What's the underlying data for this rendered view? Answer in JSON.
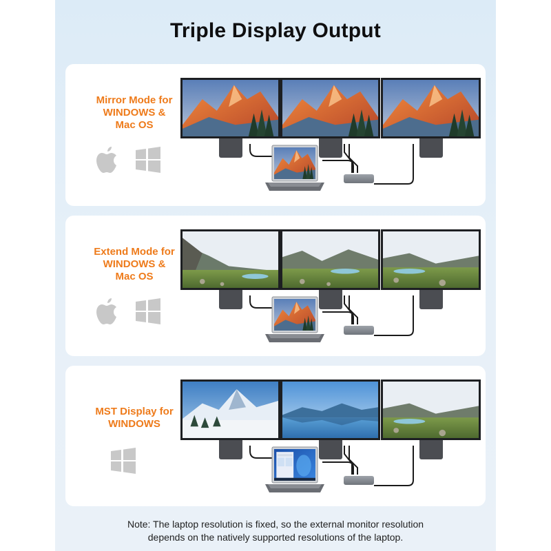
{
  "title": "Triple Display Output",
  "panels": [
    {
      "label": "Mirror Mode for\nWINDOWS &\nMac OS",
      "os_icons": [
        "apple-icon",
        "windows-icon"
      ],
      "monitor_images": [
        "mountain-sunset",
        "mountain-sunset",
        "mountain-sunset"
      ],
      "laptop_image": "mountain-sunset"
    },
    {
      "label": "Extend Mode for\nWINDOWS &\nMac OS",
      "os_icons": [
        "apple-icon",
        "windows-icon"
      ],
      "monitor_images": [
        "alpine-valley-left",
        "alpine-valley-center",
        "alpine-valley-right"
      ],
      "laptop_image": "mountain-sunset"
    },
    {
      "label": "MST Display for\nWINDOWS",
      "os_icons": [
        "windows-icon"
      ],
      "monitor_images": [
        "snowy-mountain",
        "blue-lake",
        "alpine-valley-right"
      ],
      "laptop_image": "windows-desktop"
    }
  ],
  "note": "Note: The laptop resolution is fixed, so the external monitor resolution\ndepends on the natively supported resolutions of the laptop.",
  "colors": {
    "accent_orange": "#ee7b1b",
    "background_blue": "#e3eef8",
    "panel_white": "#ffffff",
    "icon_gray": "#c8c8c8"
  }
}
